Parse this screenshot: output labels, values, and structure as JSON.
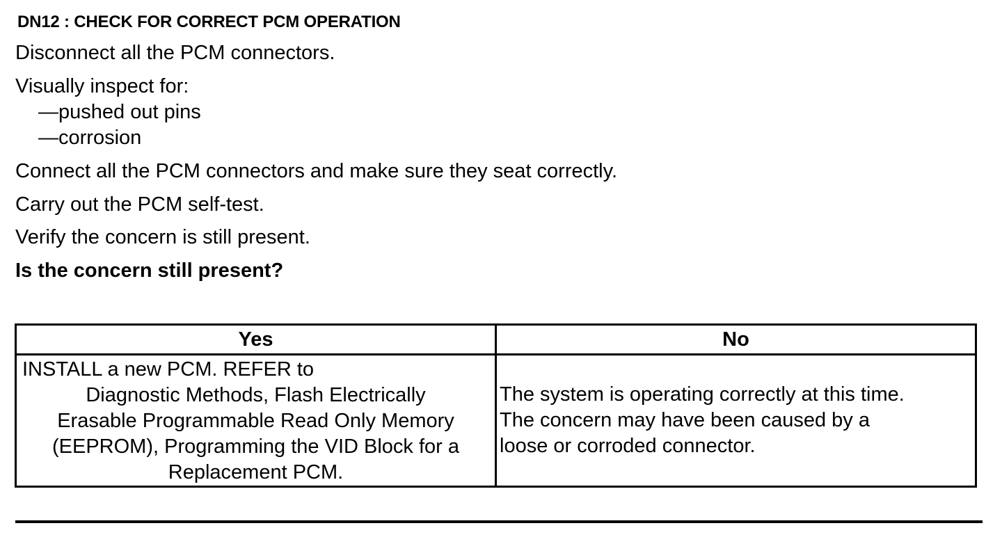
{
  "step": {
    "title": "DN12 : CHECK FOR CORRECT PCM OPERATION",
    "instructions": [
      "Disconnect all the PCM connectors.",
      "Visually inspect for:",
      "—pushed out pins",
      "—corrosion",
      "Connect all the PCM connectors and make sure they seat correctly.",
      "Carry out the PCM self-test.",
      "Verify the concern is still present."
    ],
    "question": "Is the concern still present?"
  },
  "result_table": {
    "headers": [
      "Yes",
      "No"
    ],
    "yes_lines": [
      "INSTALL a new PCM.  REFER to",
      "Diagnostic Methods, Flash Electrically",
      "Erasable Programmable Read Only Memory",
      "(EEPROM), Programming the VID Block for a",
      "Replacement PCM."
    ],
    "no_lines": [
      "The system is operating correctly at this time.",
      "The concern may have been caused by a",
      "loose or corroded connector."
    ]
  }
}
